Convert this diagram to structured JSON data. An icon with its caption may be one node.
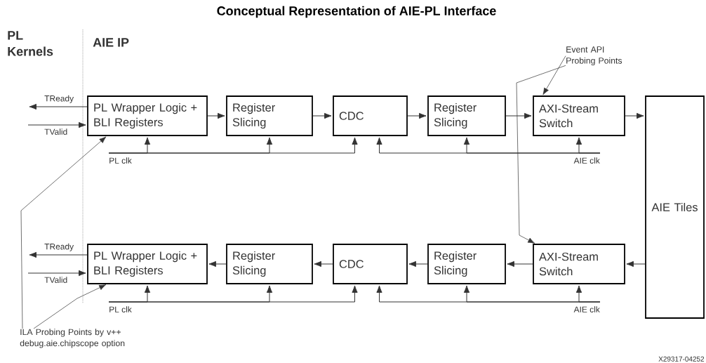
{
  "diagram": {
    "title": "Conceptual Representation of AIE-PL Interface",
    "nodes": [
      {
        "text": [
          "PL Wrapper Logic + BLI Registers"
        ]
      },
      {
        "text": [
          "Register Slicing"
        ]
      },
      {
        "text": [
          "CDC"
        ]
      },
      {
        "text": [
          "Register Slicing"
        ]
      },
      {
        "text": [
          "AXI-Stream Switch"
        ]
      },
      {
        "text": [
          "AIE Tiles"
        ]
      },
      {
        "text": [
          "PL Wrapper Logic + BLI Registers"
        ]
      },
      {
        "text": [
          "Register Slicing"
        ]
      },
      {
        "text": [
          "CDC"
        ]
      },
      {
        "text": [
          "Register Slicing"
        ]
      },
      {
        "text": [
          "AXI-Stream Switch"
        ]
      },
      {
        "text": [
          "PL clk"
        ]
      },
      {
        "text": [
          "AIE clk"
        ]
      },
      {
        "text": [
          "PL clk"
        ]
      },
      {
        "text": [
          "AIE clk"
        ]
      },
      {
        "text": [
          "Event API Probing Points"
        ]
      },
      {
        "text": [
          "ILA Probing Points by v++ debug.aie.chipscope option"
        ]
      }
    ],
    "edges": [
      {
        "from": 0,
        "to": 1,
        "arrow": "to"
      },
      {
        "from": 1,
        "to": 2,
        "arrow": "to"
      },
      {
        "from": 2,
        "to": 3,
        "arrow": "to"
      },
      {
        "from": 3,
        "to": 4,
        "arrow": "to"
      },
      {
        "from": 4,
        "to": 5,
        "arrow": "to"
      },
      {
        "from": 5,
        "to": 10,
        "arrow": "to"
      },
      {
        "from": 10,
        "to": 9,
        "arrow": "to"
      },
      {
        "from": 9,
        "to": 8,
        "arrow": "to"
      },
      {
        "from": 8,
        "to": 7,
        "arrow": "to"
      },
      {
        "from": 7,
        "to": 6,
        "arrow": "to"
      },
      {
        "from": 0,
        "to": null,
        "arrow": "to",
        "label": "TReady"
      },
      {
        "from": null,
        "to": 0,
        "arrow": "to",
        "label": "TValid"
      },
      {
        "from": 6,
        "to": null,
        "arrow": "to",
        "label": "TReady"
      },
      {
        "from": null,
        "to": 6,
        "arrow": "to",
        "label": "TValid"
      },
      {
        "from": 11,
        "to": 0,
        "arrow": "to"
      },
      {
        "from": 11,
        "to": 1,
        "arrow": "to"
      },
      {
        "from": 11,
        "to": 2,
        "arrow": "to"
      },
      {
        "from": 12,
        "to": 2,
        "arrow": "to"
      },
      {
        "from": 12,
        "to": 3,
        "arrow": "to"
      },
      {
        "from": 12,
        "to": 4,
        "arrow": "to"
      },
      {
        "from": 13,
        "to": 6,
        "arrow": "to"
      },
      {
        "from": 13,
        "to": 7,
        "arrow": "to"
      },
      {
        "from": 13,
        "to": 8,
        "arrow": "to"
      },
      {
        "from": 14,
        "to": 8,
        "arrow": "to"
      },
      {
        "from": 14,
        "to": 9,
        "arrow": "to"
      },
      {
        "from": 14,
        "to": 10,
        "arrow": "to"
      },
      {
        "from": 15,
        "to": 4,
        "arrow": "to"
      },
      {
        "from": 15,
        "to": 10,
        "arrow": "to"
      },
      {
        "from": 16,
        "to": 0,
        "arrow": "to"
      },
      {
        "from": 16,
        "to": 6,
        "arrow": "to"
      }
    ],
    "labels": [
      "PL Kernels",
      "AIE IP",
      "X29317-04252"
    ]
  }
}
